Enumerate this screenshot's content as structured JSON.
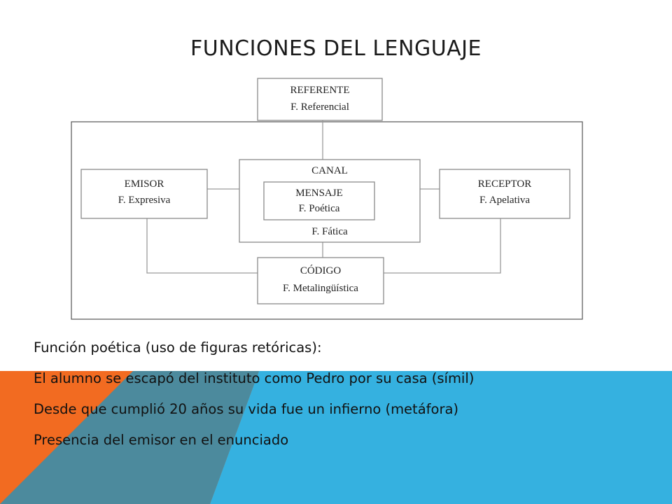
{
  "title": "FUNCIONES DEL LENGUAJE",
  "diagram": {
    "referente": [
      "REFERENTE",
      "F. Referencial"
    ],
    "emisor": [
      "EMISOR",
      "F. Expresiva"
    ],
    "canal": [
      "CANAL",
      "F. Fática"
    ],
    "mensaje": [
      "MENSAJE",
      "F. Poética"
    ],
    "receptor": [
      "RECEPTOR",
      "F. Apelativa"
    ],
    "codigo": [
      "CÓDIGO",
      "F. Metalingüística"
    ]
  },
  "lines": [
    "Función poética (uso de figuras retóricas):",
    "El alumno se escapó del instituto como Pedro por su casa (símil)",
    "Desde que cumplió 20 años su vida fue un infierno (metáfora)",
    "Presencia del emisor en el enunciado"
  ],
  "colors": {
    "orange": "#f26b21",
    "blue": "#35b1e0",
    "dark_teal": "#2e8fb0"
  }
}
